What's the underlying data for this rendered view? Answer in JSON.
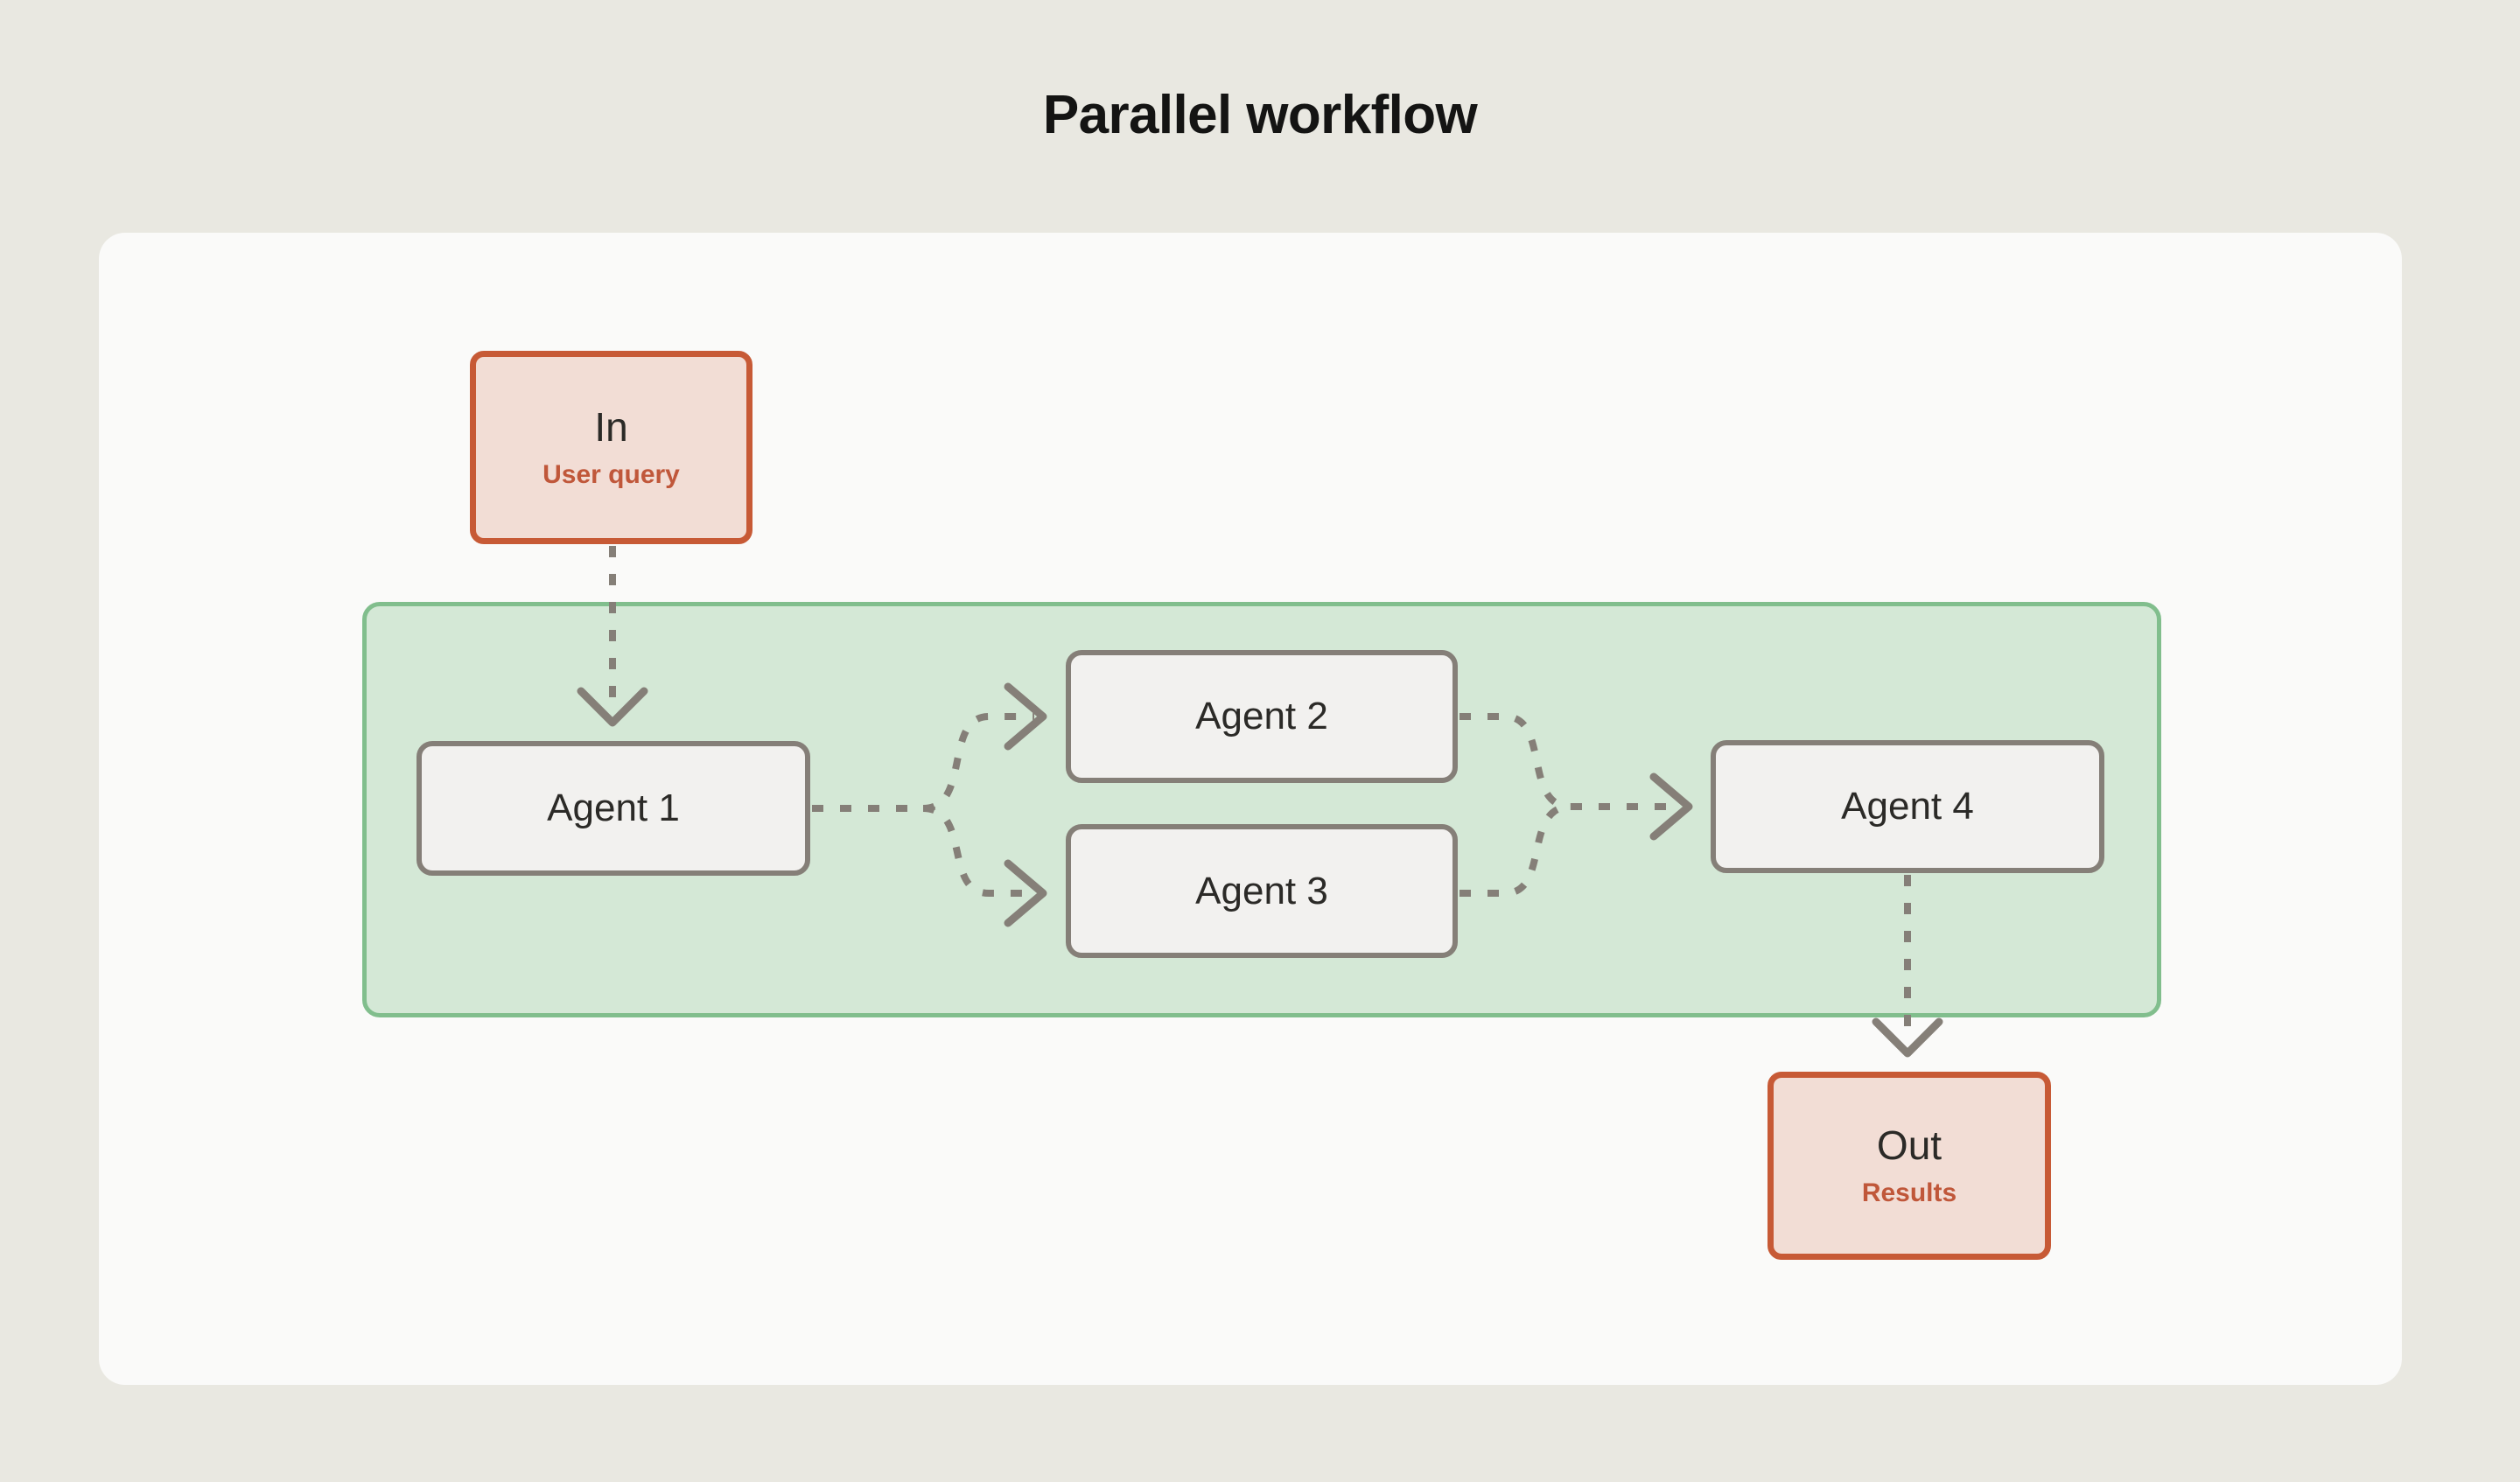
{
  "page": {
    "title": "Parallel workflow",
    "background_color": "#E9E8E1",
    "card_color": "#FAFAF9"
  },
  "colors": {
    "io_border": "#C75A36",
    "io_fill": "#F2DDD5",
    "io_subtitle": "#C0573A",
    "agent_border": "#857F78",
    "agent_fill": "#F2F1EF",
    "group_border": "#81BE8D",
    "group_fill": "#D4E8D6",
    "connector": "#857F78",
    "title_text": "#141413"
  },
  "nodes": {
    "input": {
      "title": "In",
      "subtitle": "User query"
    },
    "output": {
      "title": "Out",
      "subtitle": "Results"
    },
    "agent_1": {
      "title": "Agent 1"
    },
    "agent_2": {
      "title": "Agent 2"
    },
    "agent_3": {
      "title": "Agent 3"
    },
    "agent_4": {
      "title": "Agent 4"
    }
  },
  "connections": [
    {
      "from": "In",
      "to": "Agent 1",
      "style": "dashed",
      "direction": "down"
    },
    {
      "from": "Agent 1",
      "to": "Agent 2",
      "style": "dashed",
      "direction": "branch-up"
    },
    {
      "from": "Agent 1",
      "to": "Agent 3",
      "style": "dashed",
      "direction": "branch-down"
    },
    {
      "from": "Agent 2",
      "to": "Agent 4",
      "style": "dashed",
      "direction": "merge-down"
    },
    {
      "from": "Agent 3",
      "to": "Agent 4",
      "style": "dashed",
      "direction": "merge-up"
    },
    {
      "from": "Agent 4",
      "to": "Out",
      "style": "dashed",
      "direction": "down"
    }
  ]
}
